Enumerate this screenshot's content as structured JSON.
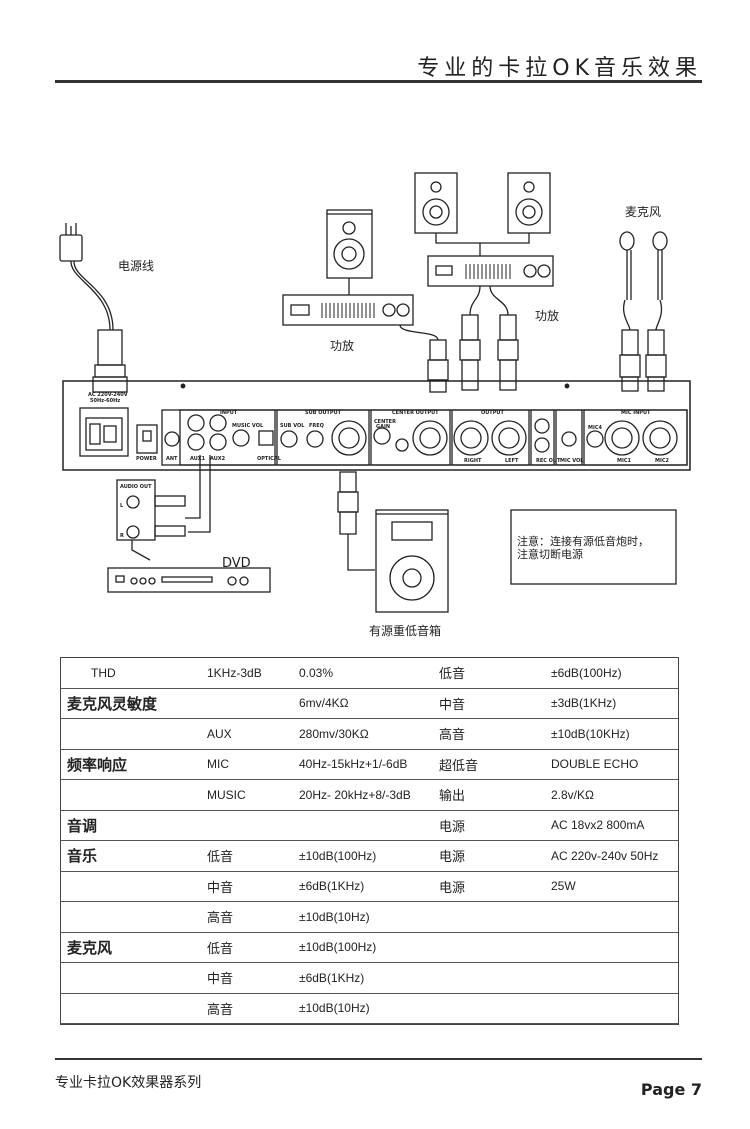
{
  "header": {
    "title": "专业的卡拉OK音乐效果"
  },
  "diagram": {
    "power_cord_label": "电源线",
    "amp_left_label": "功放",
    "amp_right_label": "功放",
    "mic_label": "麦克风",
    "dvd_label": "DVD",
    "subwoofer_label": "有源重低音箱",
    "note": [
      "注意：连接有源低音炮时，",
      "注意切断电源"
    ],
    "panel": {
      "power_rating": [
        "AC 220V-240V",
        "50Hz-60Hz"
      ],
      "power": "POWER",
      "ant": "ANT",
      "input": "INPUT",
      "aux1": "AUX1",
      "aux2": "AUX2",
      "music_vol": "MUSIC VOL",
      "optical": "OPTICAL",
      "sub_output": "SUB OUTPUT",
      "sub_vol": "SUB VOL",
      "freq": "FREQ",
      "center_output": "CENTER OUTPUT",
      "center_gain": [
        "CENTER",
        "GAIN"
      ],
      "output": "OUTPUT",
      "right": "RIGHT",
      "left": "LEFT",
      "rec_out": "REC OUT",
      "mic_vol": "MIC VOL",
      "mic_input": "MIC INPUT",
      "mic4": "MIC4",
      "mic1": "MIC1",
      "mic2": "MIC2",
      "audio_out": "AUDIO OUT",
      "ch_l": "L",
      "ch_r": "R"
    }
  },
  "specs": {
    "rows": [
      [
        "THD",
        "1KHz-3dB",
        "0.03%",
        "低音",
        "±6dB(100Hz)"
      ],
      [
        "麦克风灵敏度",
        "",
        "6mv/4KΩ",
        "中音",
        "±3dB(1KHz)"
      ],
      [
        "",
        "AUX",
        "280mv/30KΩ",
        "高音",
        "±10dB(10KHz)"
      ],
      [
        "频率响应",
        "MIC",
        "40Hz-15kHz+1/-6dB",
        "超低音",
        "DOUBLE ECHO"
      ],
      [
        "",
        "MUSIC",
        "20Hz- 20kHz+8/-3dB",
        "输出",
        "2.8v/KΩ"
      ],
      [
        "音调",
        "",
        "",
        "电源",
        "AC 18vx2 800mA"
      ],
      [
        "音乐",
        "低音",
        "±10dB(100Hz)",
        "电源",
        "AC 220v-240v 50Hz"
      ],
      [
        "",
        "中音",
        "±6dB(1KHz)",
        "电源",
        "25W"
      ],
      [
        "",
        "高音",
        "±10dB(10Hz)",
        "",
        ""
      ],
      [
        "麦克风",
        "低音",
        "±10dB(100Hz)",
        "",
        ""
      ],
      [
        "",
        "中音",
        "±6dB(1KHz)",
        "",
        ""
      ],
      [
        "",
        "高音",
        "±10dB(10Hz)",
        "",
        ""
      ]
    ]
  },
  "footer": {
    "series": "专业卡拉OK效果器系列",
    "page": "Page 7"
  }
}
